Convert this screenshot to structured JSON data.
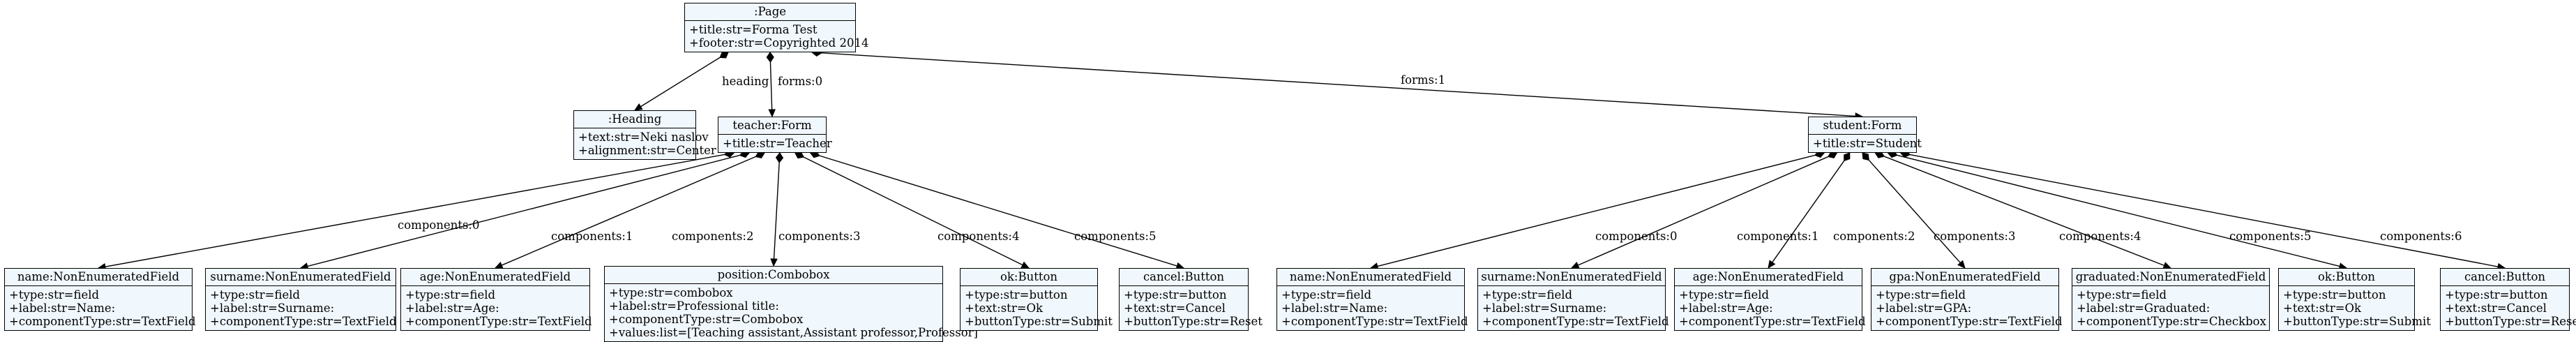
{
  "nodes": {
    "page": {
      "title": ":Page",
      "attrs": [
        "+title:str=Forma Test",
        "+footer:str=Copyrighted 2014"
      ]
    },
    "heading": {
      "title": ":Heading",
      "attrs": [
        "+text:str=Neki naslov",
        "+alignment:str=Center"
      ]
    },
    "teacher_form": {
      "title": "teacher:Form",
      "attrs": [
        "+title:str=Teacher"
      ]
    },
    "student_form": {
      "title": "student:Form",
      "attrs": [
        "+title:str=Student"
      ]
    },
    "t_name": {
      "title": "name:NonEnumeratedField",
      "attrs": [
        "+type:str=field",
        "+label:str=Name:",
        "+componentType:str=TextField"
      ]
    },
    "t_surname": {
      "title": "surname:NonEnumeratedField",
      "attrs": [
        "+type:str=field",
        "+label:str=Surname:",
        "+componentType:str=TextField"
      ]
    },
    "t_age": {
      "title": "age:NonEnumeratedField",
      "attrs": [
        "+type:str=field",
        "+label:str=Age:",
        "+componentType:str=TextField"
      ]
    },
    "t_position": {
      "title": "position:Combobox",
      "attrs": [
        "+type:str=combobox",
        "+label:str=Professional title:",
        "+componentType:str=Combobox",
        "+values:list=[Teaching assistant,Assistant professor,Professor]"
      ]
    },
    "t_ok": {
      "title": "ok:Button",
      "attrs": [
        "+type:str=button",
        "+text:str=Ok",
        "+buttonType:str=Submit"
      ]
    },
    "t_cancel": {
      "title": "cancel:Button",
      "attrs": [
        "+type:str=button",
        "+text:str=Cancel",
        "+buttonType:str=Reset"
      ]
    },
    "s_name": {
      "title": "name:NonEnumeratedField",
      "attrs": [
        "+type:str=field",
        "+label:str=Name:",
        "+componentType:str=TextField"
      ]
    },
    "s_surname": {
      "title": "surname:NonEnumeratedField",
      "attrs": [
        "+type:str=field",
        "+label:str=Surname:",
        "+componentType:str=TextField"
      ]
    },
    "s_age": {
      "title": "age:NonEnumeratedField",
      "attrs": [
        "+type:str=field",
        "+label:str=Age:",
        "+componentType:str=TextField"
      ]
    },
    "s_gpa": {
      "title": "gpa:NonEnumeratedField",
      "attrs": [
        "+type:str=field",
        "+label:str=GPA:",
        "+componentType:str=TextField"
      ]
    },
    "s_graduated": {
      "title": "graduated:NonEnumeratedField",
      "attrs": [
        "+type:str=field",
        "+label:str=Graduated:",
        "+componentType:str=Checkbox"
      ]
    },
    "s_ok": {
      "title": "ok:Button",
      "attrs": [
        "+type:str=button",
        "+text:str=Ok",
        "+buttonType:str=Submit"
      ]
    },
    "s_cancel": {
      "title": "cancel:Button",
      "attrs": [
        "+type:str=button",
        "+text:str=Cancel",
        "+buttonType:str=Reset"
      ]
    }
  },
  "edges": [
    {
      "from": "page",
      "to": "heading",
      "label": "heading"
    },
    {
      "from": "page",
      "to": "teacher_form",
      "label": "forms:0"
    },
    {
      "from": "page",
      "to": "student_form",
      "label": "forms:1"
    },
    {
      "from": "teacher_form",
      "to": "t_name",
      "label": "components:0"
    },
    {
      "from": "teacher_form",
      "to": "t_surname",
      "label": "components:1"
    },
    {
      "from": "teacher_form",
      "to": "t_age",
      "label": "components:2"
    },
    {
      "from": "teacher_form",
      "to": "t_position",
      "label": "components:3"
    },
    {
      "from": "teacher_form",
      "to": "t_ok",
      "label": "components:4"
    },
    {
      "from": "teacher_form",
      "to": "t_cancel",
      "label": "components:5"
    },
    {
      "from": "student_form",
      "to": "s_name",
      "label": "components:0"
    },
    {
      "from": "student_form",
      "to": "s_surname",
      "label": "components:1"
    },
    {
      "from": "student_form",
      "to": "s_age",
      "label": "components:2"
    },
    {
      "from": "student_form",
      "to": "s_gpa",
      "label": "components:3"
    },
    {
      "from": "student_form",
      "to": "s_graduated",
      "label": "components:4"
    },
    {
      "from": "student_form",
      "to": "s_ok",
      "label": "components:5"
    },
    {
      "from": "student_form",
      "to": "s_cancel",
      "label": "components:6"
    }
  ]
}
